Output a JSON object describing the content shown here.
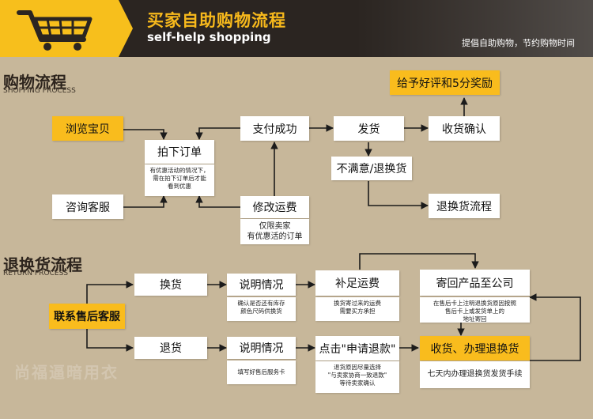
{
  "header": {
    "title_cn": "买家自助购物流程",
    "title_en": "self-help shopping",
    "slogan": "提倡自助购物，节约购物时间",
    "icon": "shopping-cart-icon",
    "accent_color": "#f7bf1c",
    "band_color": "#2b2521"
  },
  "shopping": {
    "title_cn": "购物流程",
    "title_en": "SHOPPING PROCESS",
    "steps": {
      "browse": "浏览宝贝",
      "consult": "咨询客服",
      "order": "拍下订单",
      "order_note": "有优惠活动的情况下，\n需在拍下订单后才能\n看到优惠",
      "modify": "修改运费",
      "modify_note": "仅限卖家\n有优惠活的订单",
      "paid": "支付成功",
      "ship": "发货",
      "receive": "收货确认",
      "review": "给予好评和5分奖励",
      "unhappy": "不满意/退换货",
      "return_flow": "退换货流程"
    }
  },
  "returns": {
    "title_cn": "退换货流程",
    "title_en": "RETURN PROCESS",
    "steps": {
      "contact": "联系售后客服",
      "exchange": "换货",
      "refund": "退货",
      "explain_1": "说明情况",
      "explain_1_note": "确认是否还有库存\n颜色尺码供换货",
      "explain_2": "说明情况",
      "explain_2_note": "填写好售后服务卡",
      "add_fee": "补足运费",
      "add_fee_note": "换货寄过来的运费\n需要买方承担",
      "apply_refund": "点击\"申请退款\"",
      "apply_refund_note": "退货原因尽量选择\n\"与卖家协商一致退款\"\n等待卖家确认",
      "send_back": "寄回产品至公司",
      "send_back_note": "在售后卡上注明退换货原因按照\n售后卡上或发货单上的\n地址寄回",
      "receive_refund": "收货、办理退换货",
      "receive_refund_note": "七天内办理退换货发货手续"
    }
  },
  "watermark": "尚福逼暗用衣"
}
